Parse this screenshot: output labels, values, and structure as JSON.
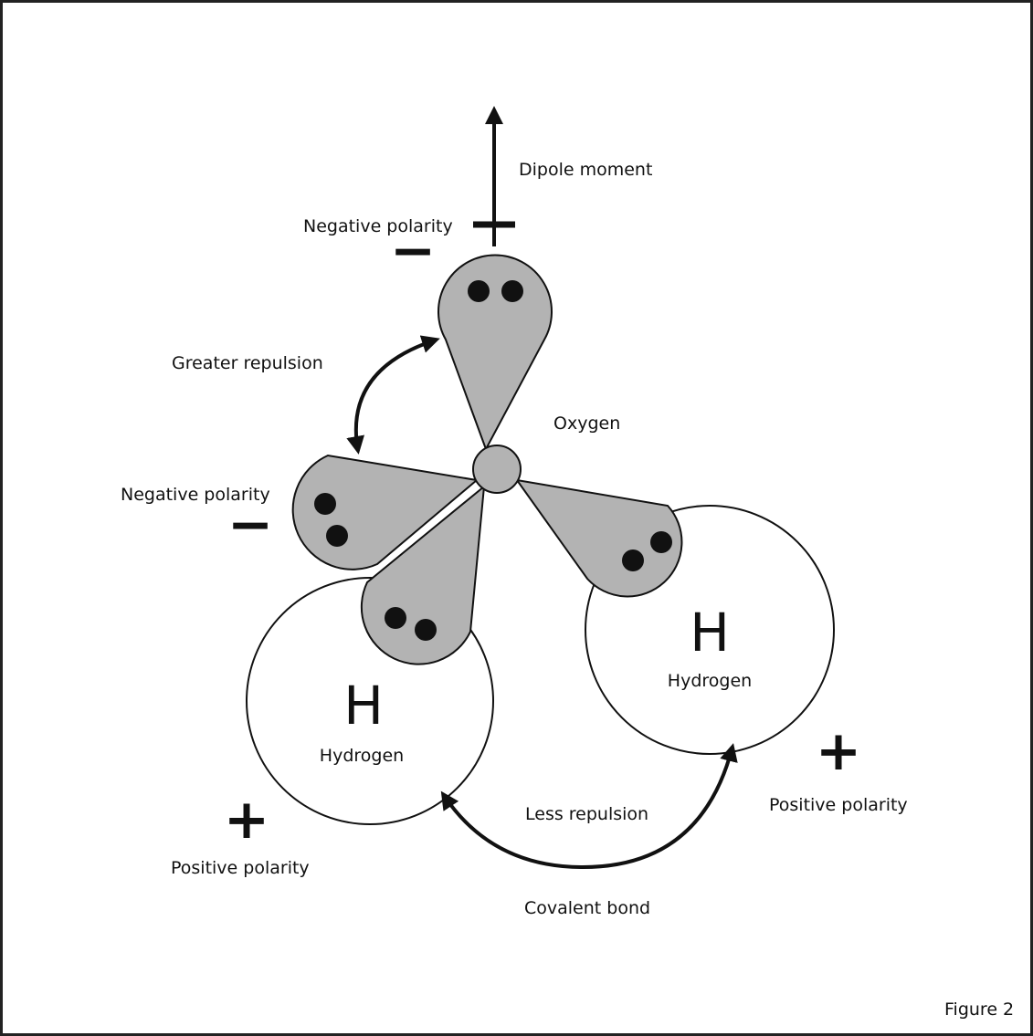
{
  "labels": {
    "dipole_moment": "Dipole moment",
    "negative_polarity_top": "Negative polarity",
    "greater_repulsion": "Greater repulsion",
    "oxygen": "Oxygen",
    "negative_polarity_left": "Negative polarity",
    "hydrogen_right_symbol": "H",
    "hydrogen_right_name": "Hydrogen",
    "hydrogen_left_symbol": "H",
    "hydrogen_left_name": "Hydrogen",
    "less_repulsion": "Less repulsion",
    "positive_polarity_right": "Positive polarity",
    "positive_polarity_left": "Positive polarity",
    "covalent_bond": "Covalent bond",
    "figure": "Figure 2"
  },
  "signs": {
    "negative": "−",
    "positive": "+"
  },
  "colors": {
    "lobe_fill": "#b3b3b3",
    "outline": "#111111",
    "background": "#ffffff"
  }
}
